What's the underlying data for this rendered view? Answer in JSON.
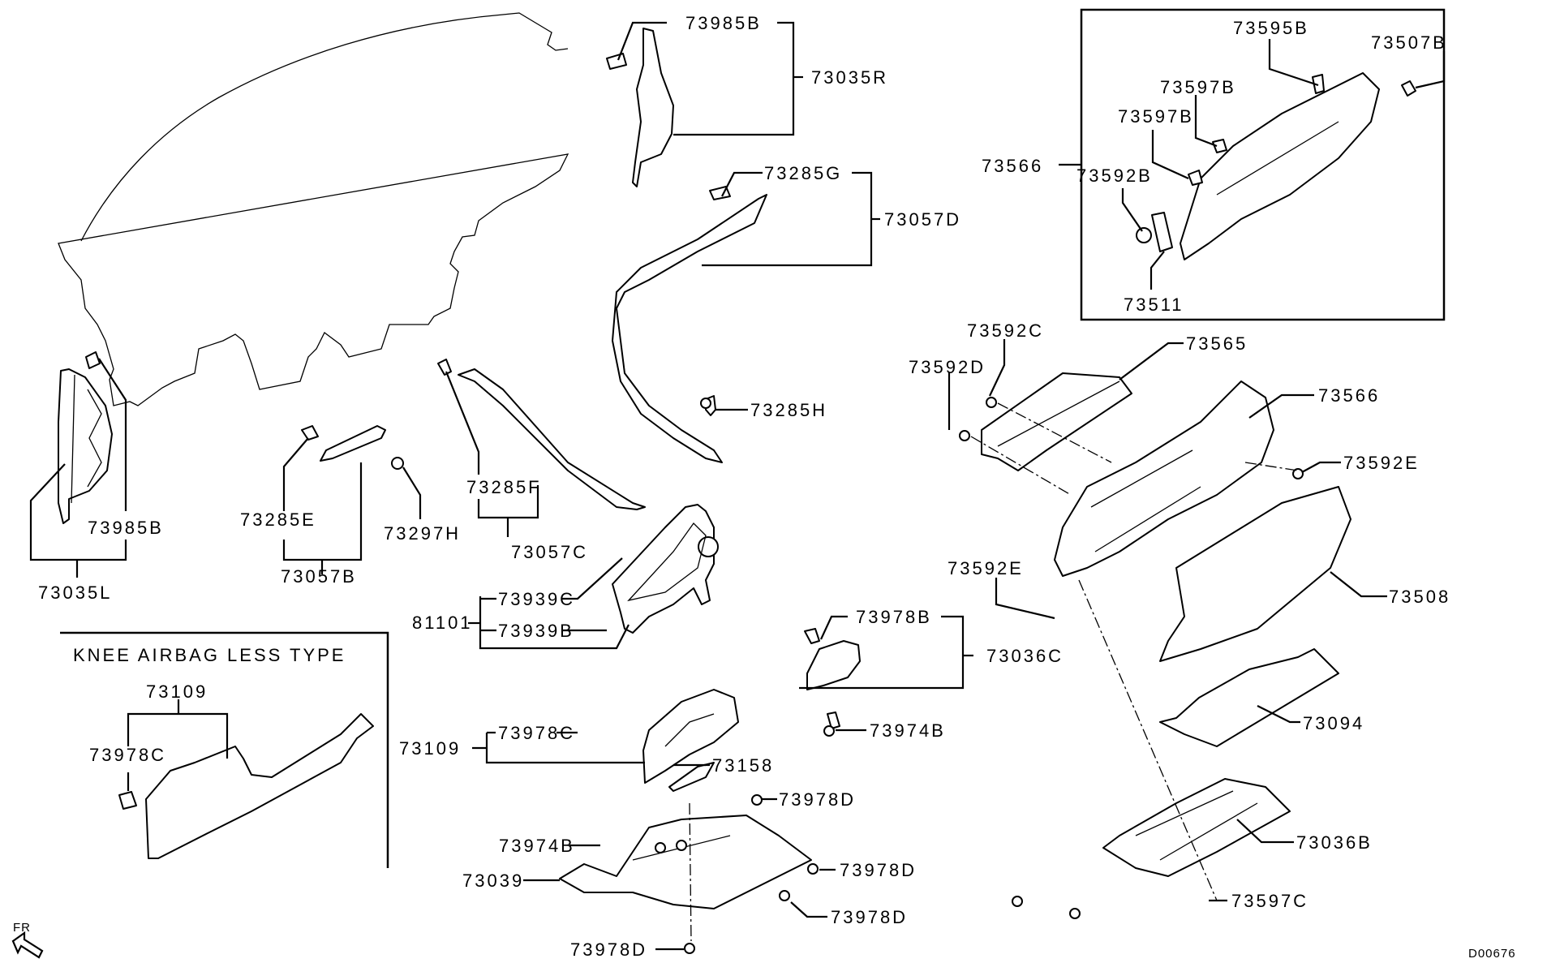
{
  "diagram": {
    "type": "exploded-parts-diagram",
    "subject": "Instrument panel lower trim / glove box",
    "drawing_number": "D00676",
    "orientation_label": "FR",
    "inset_boxes": [
      {
        "id": "glovebox-detail",
        "label": ""
      },
      {
        "id": "knee-airbag-less",
        "label": "KNEE AIRBAG LESS TYPE"
      }
    ],
    "labels": {
      "p73985B_top": "73985B",
      "p73035R": "73035R",
      "p73285G": "73285G",
      "p73057D": "73057D",
      "p73285H": "73285H",
      "p73985B_left": "73985B",
      "p73035L": "73035L",
      "p73285E": "73285E",
      "p73297H": "73297H",
      "p73057B": "73057B",
      "p73285F": "73285F",
      "p73057C": "73057C",
      "p81101": "81101",
      "p73939C": "73939C",
      "p73939B": "73939B",
      "p73978B": "73978B",
      "p73036C": "73036C",
      "p73974B_a": "73974B",
      "p73109_main": "73109",
      "p73978C_main": "73978C",
      "p73158": "73158",
      "p73978D_a": "73978D",
      "p73974B_b": "73974B",
      "p73978D_b": "73978D",
      "p73039": "73039",
      "p73978D_c": "73978D",
      "p73978D_d": "73978D",
      "p73109_inset": "73109",
      "p73978C_inset": "73978C",
      "p73595B": "73595B",
      "p73507B": "73507B",
      "p73597B_a": "73597B",
      "p73597B_b": "73597B",
      "p73566_inset": "73566",
      "p73592B": "73592B",
      "p73511": "73511",
      "p73592C": "73592C",
      "p73565": "73565",
      "p73592D": "73592D",
      "p73566_main": "73566",
      "p73592E_a": "73592E",
      "p73592E_b": "73592E",
      "p73508": "73508",
      "p73094": "73094",
      "p73036B": "73036B",
      "p73597C": "73597C"
    }
  }
}
